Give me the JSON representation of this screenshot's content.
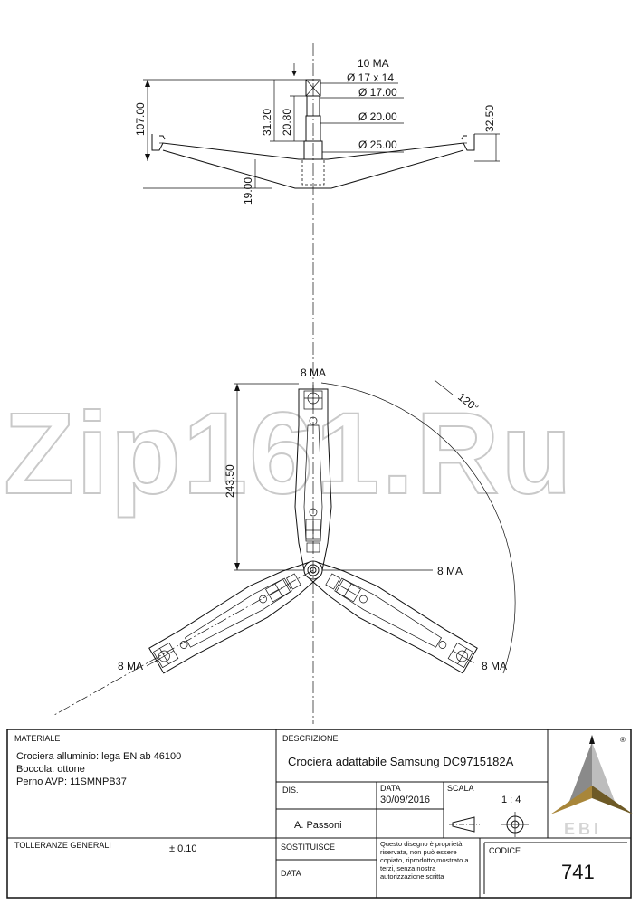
{
  "watermark": "Zip161.Ru",
  "dims": {
    "top_thread": "10 MA",
    "d_17x14": "Ø 17 x 14",
    "d_17": "Ø 17.00",
    "d_20": "Ø 20.00",
    "d_25": "Ø 25.00",
    "h_107": "107.00",
    "h_31_20": "31.20",
    "h_20_80": "20.80",
    "h_32_50": "32.50",
    "h_19": "19.00",
    "arm_len": "243.50",
    "angle": "120°",
    "thread_top_arm": "8 MA",
    "thread_center": "8 MA",
    "thread_left_arm": "8 MA",
    "thread_right_arm": "8 MA"
  },
  "title_block": {
    "materiale_label": "MATERIALE",
    "materiale_lines": [
      "Crociera alluminio: lega EN ab 46100",
      "Boccola: ottone",
      "Perno AVP: 11SMNPB37"
    ],
    "descrizione_label": "DESCRIZIONE",
    "descrizione": "Crociera adattabile Samsung DC9715182A",
    "dis_label": "DIS.",
    "dis_value": "A. Passoni",
    "data_label": "DATA",
    "data_value": "30/09/2016",
    "scala_label": "SCALA",
    "scala_value": "1 : 4",
    "tolleranze_label": "TOLLERANZE GENERALI",
    "tolleranze_value": "± 0.10",
    "sostituisce_label": "SOSTITUISCE",
    "data2_label": "DATA",
    "notice": "Questo disegno è proprietà riservata, non può essere copiato, riprodotto,mostrato a terzi, senza nostra autorizzazione scritta",
    "codice_label": "CODICE",
    "codice_value": "741",
    "logo_text": "EBI",
    "logo_mark": "®"
  },
  "colors": {
    "line": "#111111",
    "watermark": "#c9c9c9",
    "logo_gold": "#a8863a",
    "logo_grey": "#8a8a8a"
  }
}
